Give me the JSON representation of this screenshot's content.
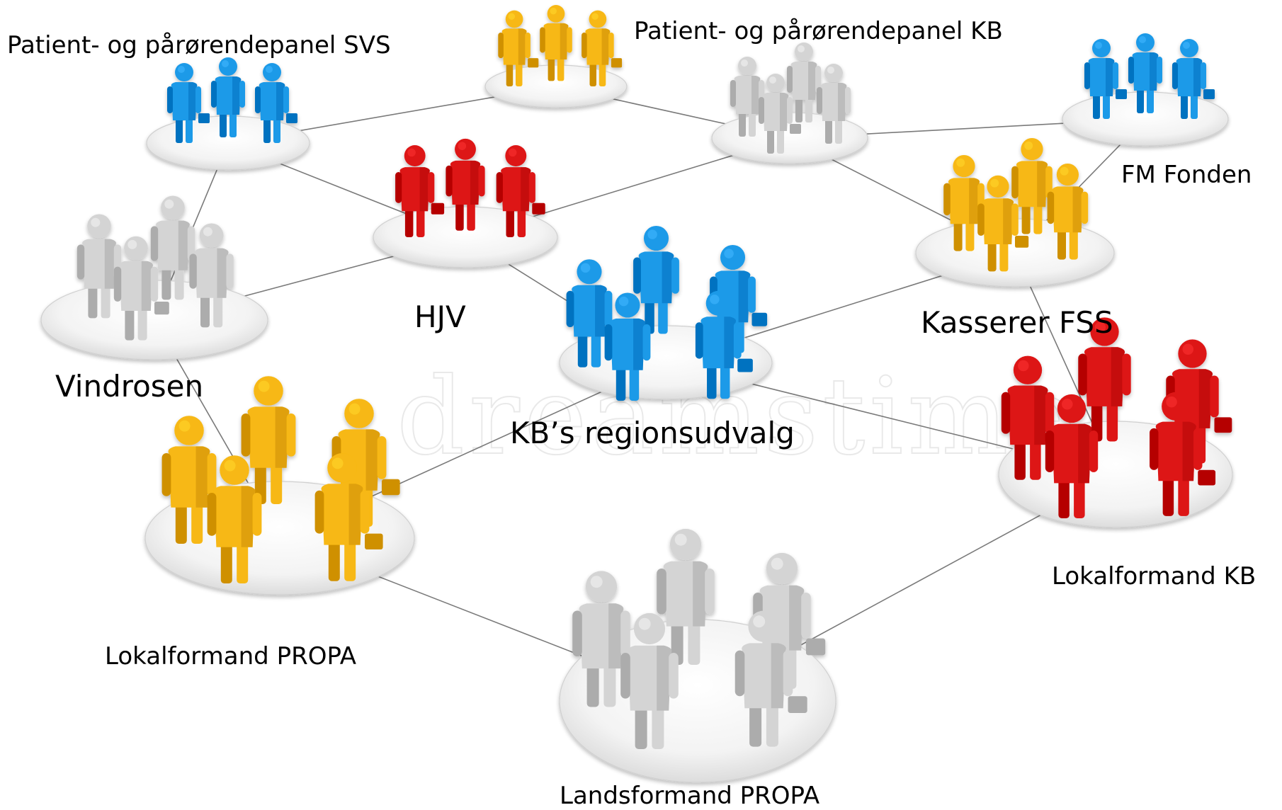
{
  "diagram": {
    "type": "network",
    "watermark": "dreamstime.",
    "colors": {
      "blue": "#1f9ae8",
      "red": "#dd1616",
      "yellow": "#f7b812",
      "gray": "#d4d4d4",
      "edge": "#7a7a7a",
      "disc": "#f2f2f2"
    },
    "nodes": [
      {
        "id": "svs",
        "label": "Patient- og pårørendepanel SVS",
        "color": "blue",
        "people": 3
      },
      {
        "id": "top-y",
        "label": "",
        "color": "yellow",
        "people": 3
      },
      {
        "id": "kb-panel",
        "label": "Patient- og pårørendepanel KB",
        "color": "gray",
        "people": 4
      },
      {
        "id": "fm",
        "label": "FM Fonden",
        "color": "blue",
        "people": 3
      },
      {
        "id": "hjv",
        "label": "HJV",
        "color": "red",
        "people": 3
      },
      {
        "id": "vind",
        "label": "Vindrosen",
        "color": "gray",
        "people": 4
      },
      {
        "id": "kass",
        "label": "Kasserer FSS",
        "color": "yellow",
        "people": 4
      },
      {
        "id": "region",
        "label": "KB’s regionsudvalg",
        "color": "blue",
        "people": 5
      },
      {
        "id": "lokkb",
        "label": "Lokalformand KB",
        "color": "red",
        "people": 5
      },
      {
        "id": "lokpropa",
        "label": "Lokalformand PROPA",
        "color": "yellow",
        "people": 5
      },
      {
        "id": "lands",
        "label": "Landsformand PROPA",
        "color": "gray",
        "people": 5
      }
    ],
    "edges": [
      [
        "svs",
        "top-y"
      ],
      [
        "top-y",
        "kb-panel"
      ],
      [
        "kb-panel",
        "fm"
      ],
      [
        "svs",
        "hjv"
      ],
      [
        "svs",
        "vind"
      ],
      [
        "hjv",
        "kb-panel"
      ],
      [
        "kb-panel",
        "kass"
      ],
      [
        "fm",
        "kass"
      ],
      [
        "vind",
        "hjv"
      ],
      [
        "hjv",
        "region"
      ],
      [
        "region",
        "kass"
      ],
      [
        "kass",
        "lokkb"
      ],
      [
        "region",
        "lokkb"
      ],
      [
        "vind",
        "lokpropa"
      ],
      [
        "region",
        "lokpropa"
      ],
      [
        "lokpropa",
        "lands"
      ],
      [
        "lands",
        "lokkb"
      ]
    ]
  }
}
